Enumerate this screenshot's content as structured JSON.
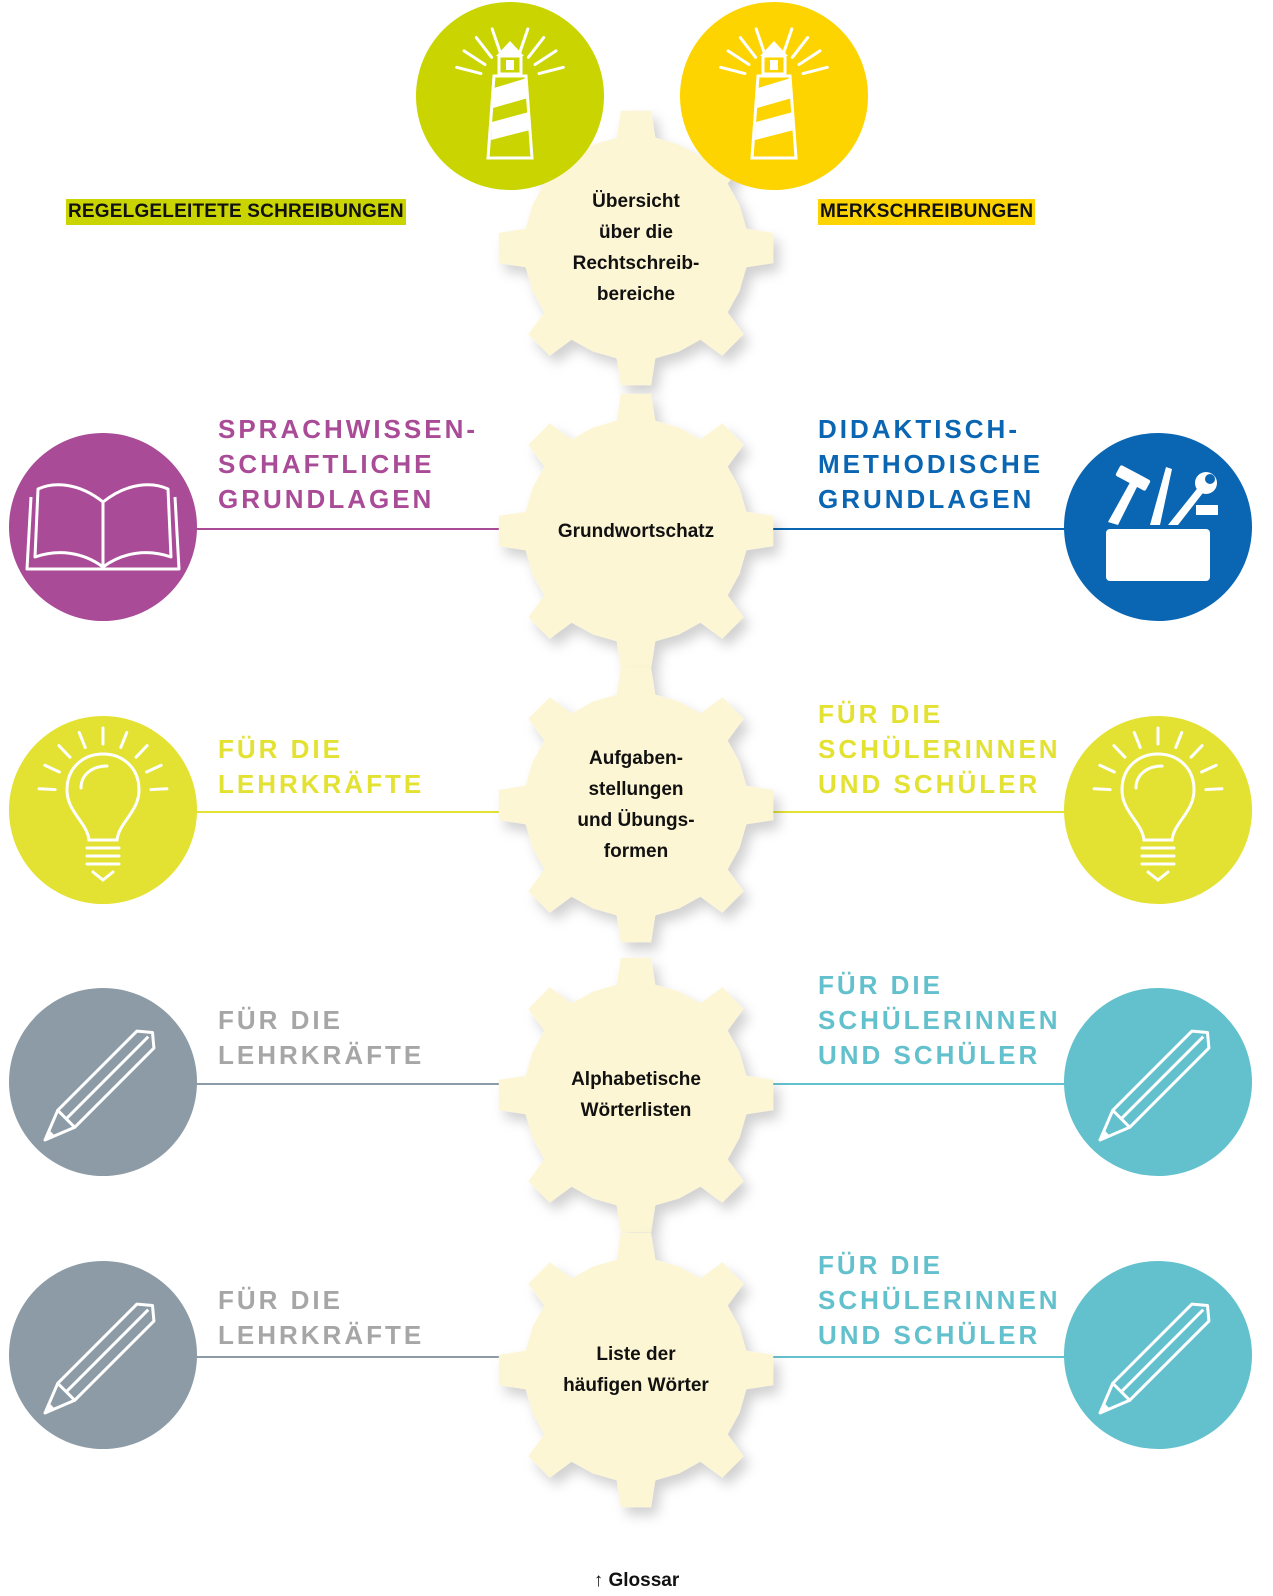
{
  "top": {
    "left_tag": "REGELGELEITETE SCHREIBUNGEN",
    "right_tag": "MERKSCHREIBUNGEN",
    "left_tag_color": "#c9d400",
    "right_tag_color": "#fdd400",
    "left_icon": "lighthouse-icon",
    "right_icon": "lighthouse-icon",
    "gear_lines": [
      "Übersicht",
      "über die",
      "Rechtschreib-",
      "bereiche"
    ]
  },
  "rows": [
    {
      "gear_lines": [
        "Grundwortschatz"
      ],
      "left_lines": [
        "SPRACHWISSEN-",
        "SCHAFTLICHE",
        "GRUNDLAGEN"
      ],
      "left_color": "#a94b97",
      "left_icon": "book-icon",
      "right_lines": [
        "DIDAKTISCH-",
        "METHODISCHE",
        "GRUNDLAGEN"
      ],
      "right_color": "#0a66b2",
      "right_icon": "toolbox-icon"
    },
    {
      "gear_lines": [
        "Aufgaben-",
        "stellungen",
        "und Übungs-",
        "formen"
      ],
      "left_lines": [
        "FÜR DIE",
        "LEHRKRÄFTE"
      ],
      "left_color": "#e3e232",
      "left_icon": "lightbulb-icon",
      "right_lines": [
        "FÜR DIE",
        "SCHÜLERINNEN",
        "UND SCHÜLER"
      ],
      "right_color": "#e3e232",
      "right_icon": "lightbulb-icon"
    },
    {
      "gear_lines": [
        "Alphabetische",
        "Wörterlisten"
      ],
      "left_lines": [
        "FÜR DIE",
        "LEHRKRÄFTE"
      ],
      "left_color": "#8c9ba5",
      "left_icon": "pencil-icon",
      "right_lines": [
        "FÜR DIE",
        "SCHÜLERINNEN",
        "UND SCHÜLER"
      ],
      "right_color": "#63c0cd",
      "right_icon": "pencil-icon"
    },
    {
      "gear_lines": [
        "Liste der",
        "häufigen Wörter"
      ],
      "left_lines": [
        "FÜR DIE",
        "LEHRKRÄFTE"
      ],
      "left_color": "#8c9ba5",
      "left_icon": "pencil-icon",
      "right_lines": [
        "FÜR DIE",
        "SCHÜLERINNEN",
        "UND SCHÜLER"
      ],
      "right_color": "#63c0cd",
      "right_icon": "pencil-icon"
    }
  ],
  "colors": {
    "gear_fill": "#fdf6d4",
    "left_text_gray": "#a6a6a6"
  },
  "footer": {
    "glossar": "↑ Glossar"
  }
}
